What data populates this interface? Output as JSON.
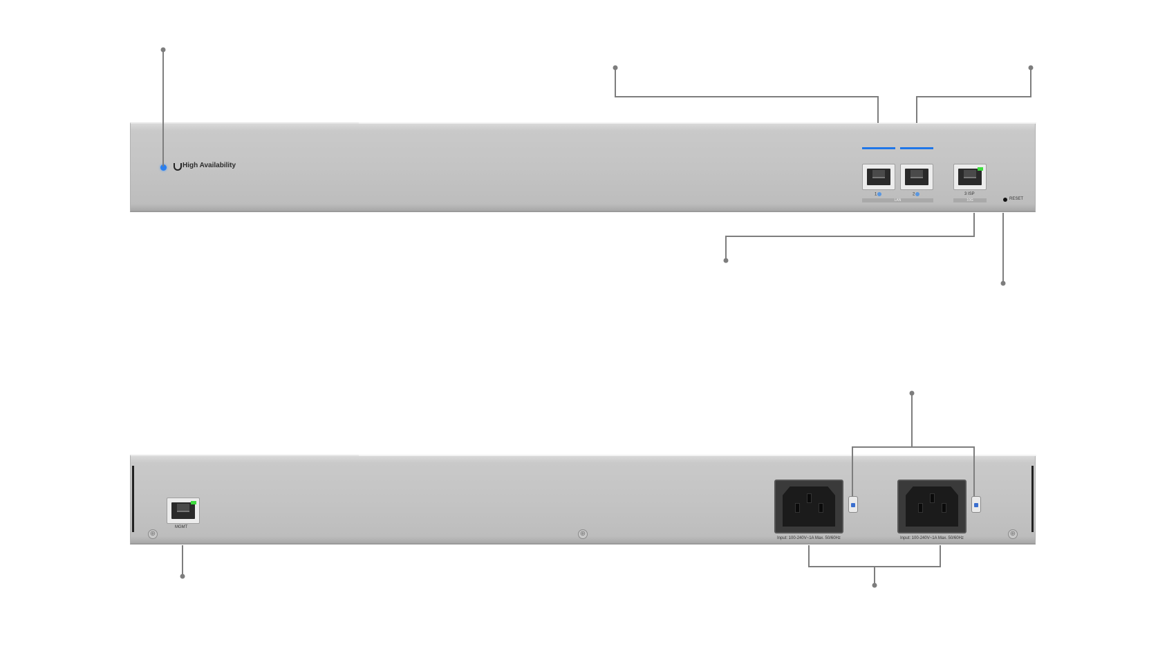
{
  "front": {
    "brand_icon": "ubiquiti-u-logo",
    "status_led_color": "#2a7ff0",
    "label": "High Availability",
    "ports": [
      {
        "number": "1",
        "link_active": true
      },
      {
        "number": "2",
        "link_active": true
      },
      {
        "number": "3 ISP",
        "link_active": false,
        "led_color": "#3fdc3f"
      }
    ],
    "lan_group_label": "LAN",
    "wan_group_label": "10G",
    "reset_label": "RESET"
  },
  "rear": {
    "mgmt_label": "MGMT",
    "mgmt_led_color": "#3fdc3f",
    "psus": [
      {
        "rating": "Input: 100-240V~1A Max. 50/60Hz"
      },
      {
        "rating": "Input: 100-240V~1A Max. 50/60Hz"
      }
    ],
    "latch_icon": "lock-icon"
  },
  "colors": {
    "accent": "#1f76e8",
    "link_led": "#3fdc3f",
    "callout": "#7d7d7d",
    "chassis": "#c4c4c4"
  }
}
